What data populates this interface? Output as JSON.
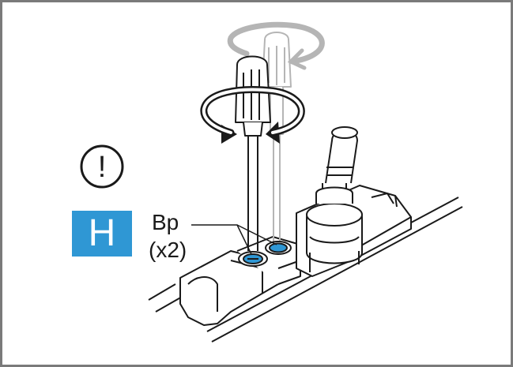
{
  "badge": {
    "letter": "H",
    "color": "#2f97d4"
  },
  "warning": {
    "symbol": "!",
    "icon": "exclamation-circle-icon"
  },
  "callout": {
    "label": "Bp",
    "count": "(x2)"
  },
  "colors": {
    "frame": "#7a7a7a",
    "screw_highlight": "#2f97d4",
    "ghost": "#b5b5b5"
  },
  "icons": [
    "screwdriver-icon",
    "rotate-arrow-icon",
    "screw-icon"
  ]
}
